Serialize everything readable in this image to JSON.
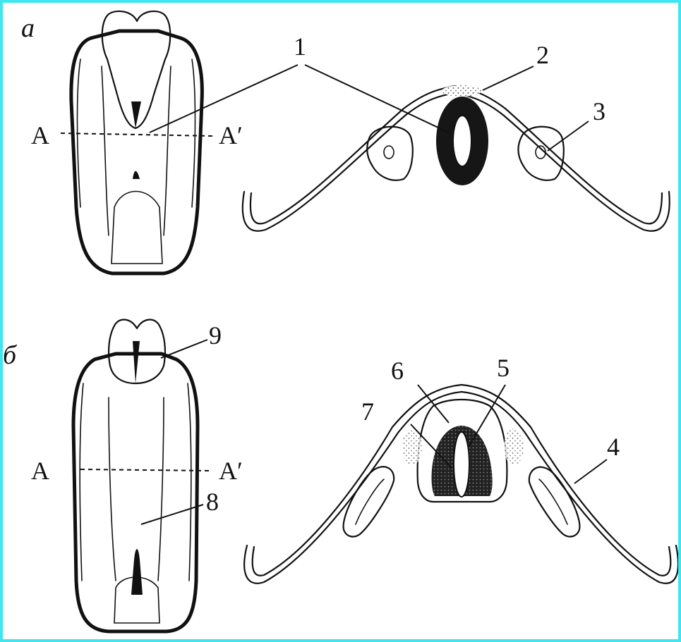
{
  "panels": [
    {
      "id": "a",
      "letter": "a",
      "section_left": "A",
      "section_right": "A′"
    },
    {
      "id": "b",
      "letter": "б",
      "section_left": "A",
      "section_right": "A′"
    }
  ],
  "callouts": [
    "1",
    "2",
    "3",
    "4",
    "5",
    "6",
    "7",
    "8",
    "9"
  ],
  "colors": {
    "frame": "#3fe6ee",
    "ink": "#111111",
    "paper": "#ffffff"
  }
}
